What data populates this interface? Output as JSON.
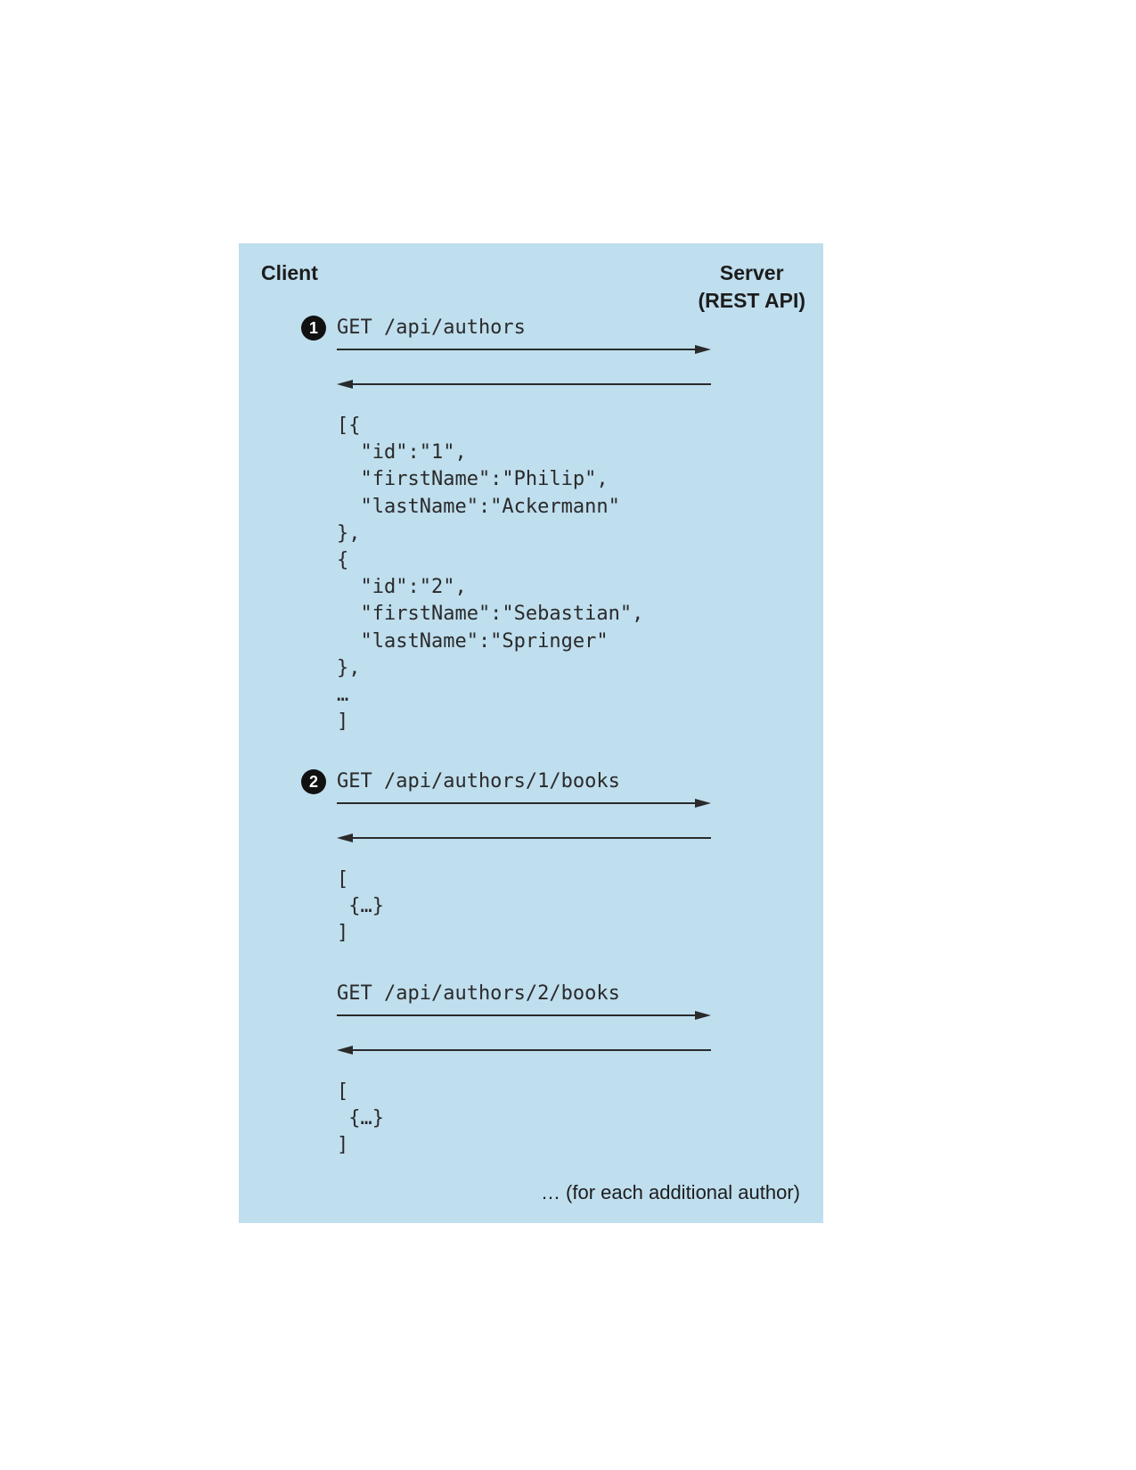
{
  "actors": {
    "client": "Client",
    "server_line1": "Server",
    "server_line2": "(REST API)"
  },
  "exchanges": [
    {
      "step": "1",
      "request": "GET /api/authors",
      "response": "[{\n  \"id\":\"1\",\n  \"firstName\":\"Philip\",\n  \"lastName\":\"Ackermann\"\n},\n{\n  \"id\":\"2\",\n  \"firstName\":\"Sebastian\",\n  \"lastName\":\"Springer\"\n},\n…\n]"
    },
    {
      "step": "2",
      "request": "GET /api/authors/1/books",
      "response": "[\n {…}\n]"
    },
    {
      "step": "",
      "request": "GET /api/authors/2/books",
      "response": "[\n {…}\n]"
    }
  ],
  "footnote": "… (for each additional author)"
}
